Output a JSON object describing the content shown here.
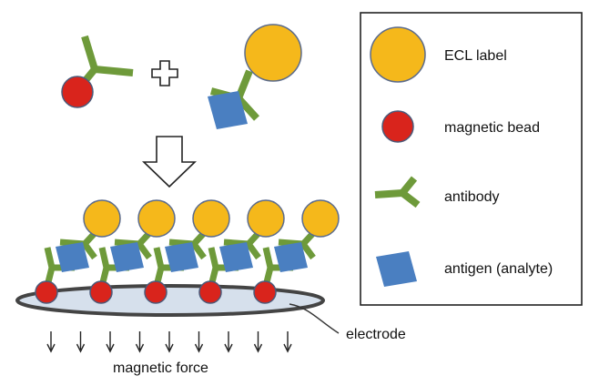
{
  "legend": {
    "items": [
      {
        "label": "ECL label",
        "icon": "ecl-label-icon"
      },
      {
        "label": "magnetic bead",
        "icon": "magnetic-bead-icon"
      },
      {
        "label": "antibody",
        "icon": "antibody-icon"
      },
      {
        "label": "antigen (analyte)",
        "icon": "antigen-icon"
      }
    ]
  },
  "labels": {
    "electrode": "electrode",
    "magnetic_force": "magnetic force"
  },
  "assembly_count": 5,
  "force_arrow_count": 9,
  "colors": {
    "ecl_label": "#F5B81B",
    "ecl_label_stroke": "#5B6B8C",
    "magnetic_bead": "#D9241C",
    "magnetic_bead_stroke": "#4A5A7A",
    "antibody": "#6E9A3A",
    "antigen": "#4A7FC1",
    "electrode_fill": "#D6E0EC",
    "electrode_stroke": "#444444"
  }
}
